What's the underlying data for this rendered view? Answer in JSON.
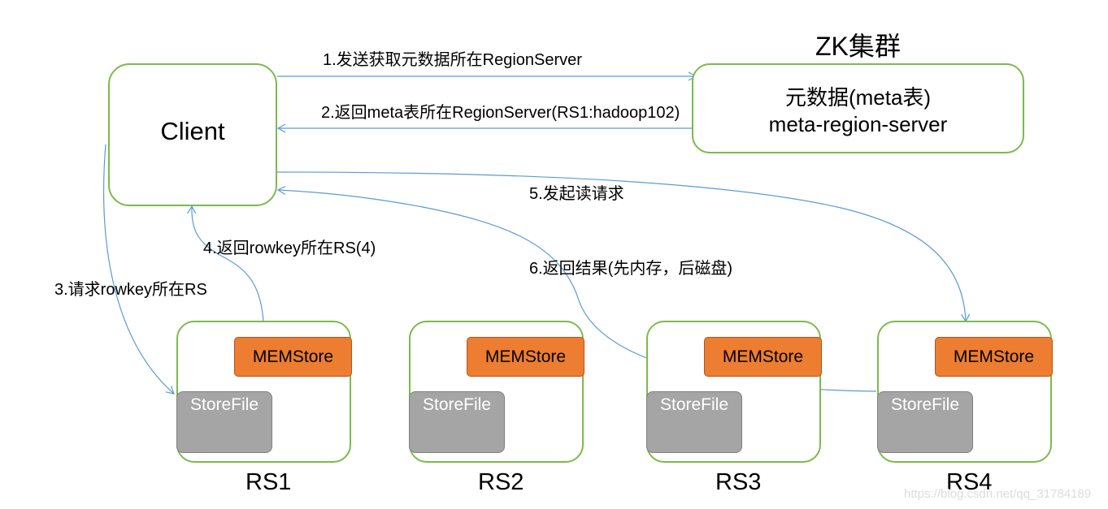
{
  "zk": {
    "cluster_title": "ZK集群",
    "meta_line1": "元数据(meta表)",
    "meta_line2": "meta-region-server"
  },
  "client": {
    "label": "Client"
  },
  "arrows": {
    "a1": "1.发送获取元数据所在RegionServer",
    "a2": "2.返回meta表所在RegionServer(RS1:hadoop102)",
    "a3": "3.请求rowkey所在RS",
    "a4": "4.返回rowkey所在RS(4)",
    "a5": "5.发起读请求",
    "a6": "6.返回结果(先内存，后磁盘)"
  },
  "servers": [
    {
      "name": "RS1",
      "memstore": "MEMStore",
      "storefile": "StoreFile"
    },
    {
      "name": "RS2",
      "memstore": "MEMStore",
      "storefile": "StoreFile"
    },
    {
      "name": "RS3",
      "memstore": "MEMStore",
      "storefile": "StoreFile"
    },
    {
      "name": "RS4",
      "memstore": "MEMStore",
      "storefile": "StoreFile"
    }
  ],
  "watermark": "https://blog.csdn.net/qq_31784189",
  "colors": {
    "box_border": "#7cba4c",
    "memstore": "#ed7d31",
    "storefile": "#a5a5a5",
    "arrow": "#5b9bd5"
  }
}
